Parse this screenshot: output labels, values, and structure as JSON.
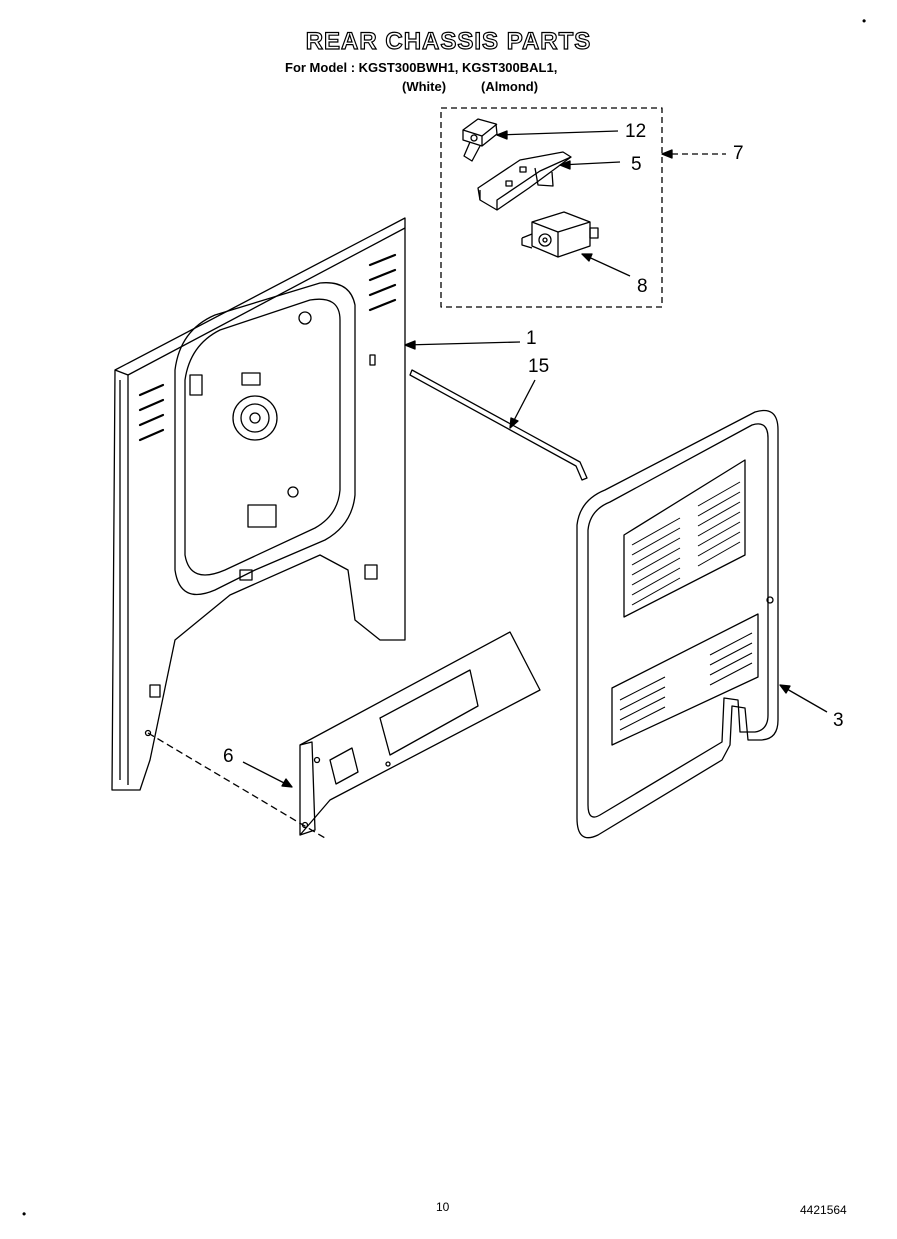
{
  "header": {
    "title": "REAR CHASSIS PARTS",
    "models_line": "For Model : KGST300BWH1, KGST300BAL1,",
    "variants": [
      "(White)",
      "(Almond)"
    ]
  },
  "callouts": {
    "c12": "12",
    "c5": "5",
    "c7": "7",
    "c8": "8",
    "c1": "1",
    "c15": "15",
    "c3": "3",
    "c6": "6"
  },
  "footer": {
    "page_number": "10",
    "doc_code": "4421564"
  }
}
